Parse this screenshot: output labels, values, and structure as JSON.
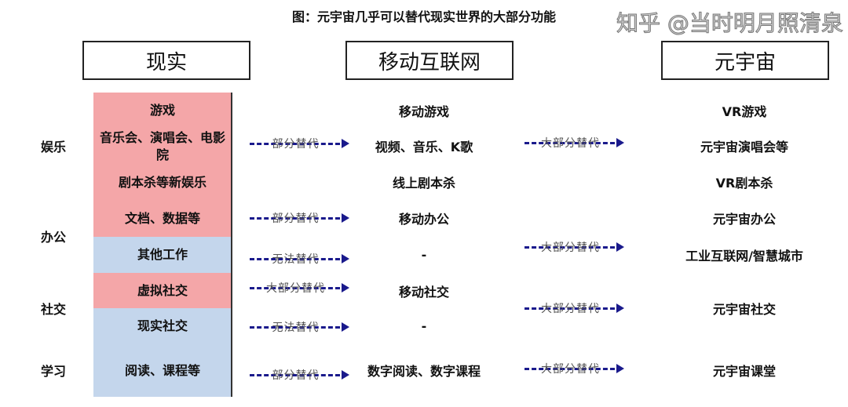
{
  "title": "图：元宇宙几乎可以替代现实世界的大部分功能",
  "headers": [
    "现实",
    "移动互联网",
    "元宇宙"
  ],
  "categories": [
    "娱乐",
    "办公",
    "社交",
    "学习"
  ],
  "reality": [
    "游戏",
    "音乐会、演唱会、电影院",
    "剧本杀等新娱乐",
    "文档、数据等",
    "其他工作",
    "虚拟社交",
    "现实社交",
    "阅读、课程等"
  ],
  "mobile": [
    "移动游戏",
    "视频、音乐、K歌",
    "线上剧本杀",
    "移动办公",
    "-",
    "移动社交",
    "-",
    "数字阅读、数字课程"
  ],
  "metaverse": [
    "VR游戏",
    "元宇宙演唱会等",
    "VR剧本杀",
    "元宇宙办公",
    "工业互联网/智慧城市",
    "元宇宙社交",
    "元宇宙课堂"
  ],
  "left_arrows": [
    "部分替代",
    "部分替代",
    "无法替代",
    "大部分替代",
    "无法替代",
    "部分替代"
  ],
  "right_arrows": [
    "大部分替代",
    "大部分替代",
    "大部分替代",
    "大部分替代"
  ],
  "watermark": "知乎 @当时明月照清泉",
  "colors": {
    "pink": "#f4a6a8",
    "blue": "#c4d6ec",
    "arrow": "#1a1a8c"
  }
}
